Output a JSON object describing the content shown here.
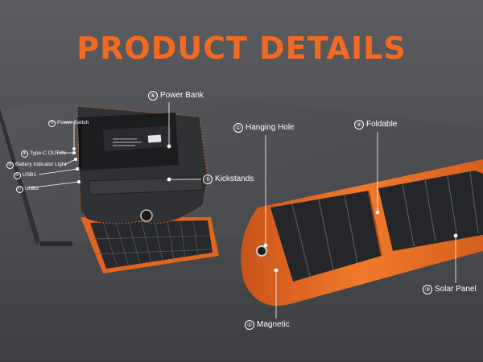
{
  "title": "PRODUCT DETAILS",
  "callouts": [
    {
      "num": "①",
      "text": "Hanging Hole"
    },
    {
      "num": "②",
      "text": "Magnetic"
    },
    {
      "num": "③",
      "text": "Solar Panel"
    },
    {
      "num": "④",
      "text": "Foldable"
    },
    {
      "num": "⑤",
      "text": "Kickstands"
    },
    {
      "num": "⑥",
      "text": "Power Bank"
    },
    {
      "num": "⑦",
      "text": "Power Switch"
    },
    {
      "num": "⑧",
      "text": "Type-C OUT/IN"
    },
    {
      "num": "⑨",
      "text": "Battery Indicator Light"
    },
    {
      "num": "⑩",
      "text": "USB1"
    },
    {
      "num": "⑪",
      "text": "USB2"
    }
  ],
  "colors": {
    "accent": "#f26a21",
    "background": "#4a4c4f",
    "panel": "#2b2d30"
  }
}
